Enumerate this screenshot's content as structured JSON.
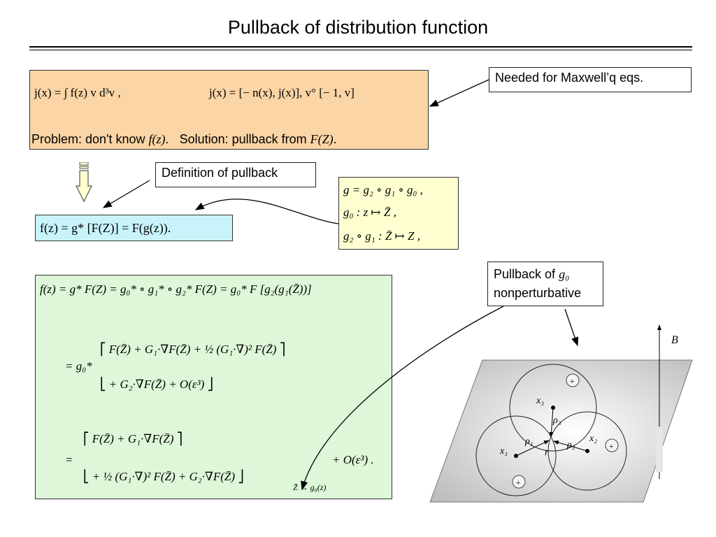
{
  "title": "Pullback of distribution function",
  "orange_box": {
    "eq1": "j(x) = ∫ f(z) v d³v ,",
    "eq2": "j(x) = [− n(x), j(x)], v° [− 1, v]",
    "problem_label": "Problem: don't know",
    "problem_var": "f(z)",
    "solution_label": "Solution: pullback from",
    "solution_var": "F(Z)"
  },
  "callouts": {
    "maxwell": "Needed for Maxwell’q eqs.",
    "definition": "Definition of pullback",
    "pullback_g0_line1": "Pullback of",
    "pullback_g0_var": "g₀",
    "pullback_g0_line2": "nonperturbative"
  },
  "cyan_box": {
    "eq": "f(z) = g* [F(Z)] = F(g(z))."
  },
  "yellow_box": {
    "row1": "g = g₂ ∘ g₁ ∘ g₀ ,",
    "row2": "g₀ : z ↦ Z̄ ,",
    "row3": "g₂ ∘ g₁ : Z̄ ↦ Z ,"
  },
  "green_box": {
    "row1": "f(z) = g* F(Z) = g₀* ∘ g₁* ∘ g₂* F(Z) = g₀* F [g₂(g₁(Z̄))]",
    "row2a": "⎡ F(Z̄) + G₁·∇F(Z̄) + ½ (G₁·∇)² F(Z̄) ⎤",
    "row2_prefix": "= g₀*",
    "row2b": "⎣ + G₂·∇F(Z̄) + O(ε³) ⎦",
    "row3a": "⎡ F(Z̄) + G₁·∇F(Z̄) ⎤",
    "row3_prefix": "=",
    "row3b": "⎣ + ½ (G₁·∇)² F(Z̄) + G₂·∇F(Z̄) ⎦",
    "row3_suffix": "+ O(ε³) .",
    "row3_sub": "Z̄ → g₀(z)"
  },
  "figure": {
    "label_B": "B",
    "x1": "x₁",
    "x2": "x₂",
    "x3": "x₃",
    "rho1": "ρ₁",
    "rho2": "ρ₂",
    "rho3": "ρ₃",
    "r": "r",
    "plus": "+"
  }
}
